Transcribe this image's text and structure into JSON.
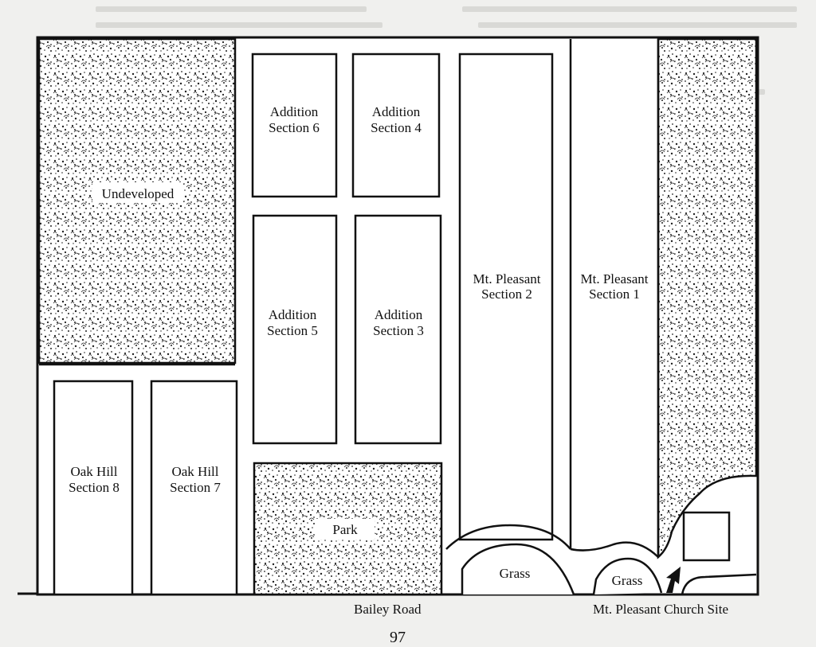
{
  "map": {
    "areas": [
      {
        "id": "undeveloped",
        "label": "Undeveloped"
      },
      {
        "id": "addition-6",
        "lines": [
          "Addition",
          "Section 6"
        ]
      },
      {
        "id": "addition-4",
        "lines": [
          "Addition",
          "Section 4"
        ]
      },
      {
        "id": "addition-5",
        "lines": [
          "Addition",
          "Section 5"
        ]
      },
      {
        "id": "addition-3",
        "lines": [
          "Addition",
          "Section 3"
        ]
      },
      {
        "id": "mt-pleasant-2",
        "lines": [
          "Mt. Pleasant",
          "Section 2"
        ]
      },
      {
        "id": "mt-pleasant-1",
        "lines": [
          "Mt. Pleasant",
          "Section 1"
        ]
      },
      {
        "id": "oak-hill-8",
        "lines": [
          "Oak Hill",
          "Section 8"
        ]
      },
      {
        "id": "oak-hill-7",
        "lines": [
          "Oak Hill",
          "Section 7"
        ]
      },
      {
        "id": "park",
        "label": "Park"
      },
      {
        "id": "grass-left",
        "label": "Grass"
      },
      {
        "id": "grass-right",
        "label": "Grass"
      }
    ],
    "road_label": "Bailey Road",
    "church_label": "Mt. Pleasant Church Site",
    "page_number": "97"
  },
  "colors": {
    "ink": "#111111",
    "paper": "#ffffff",
    "stipple": "#222222",
    "bleed_through": "#d9d9d6"
  }
}
